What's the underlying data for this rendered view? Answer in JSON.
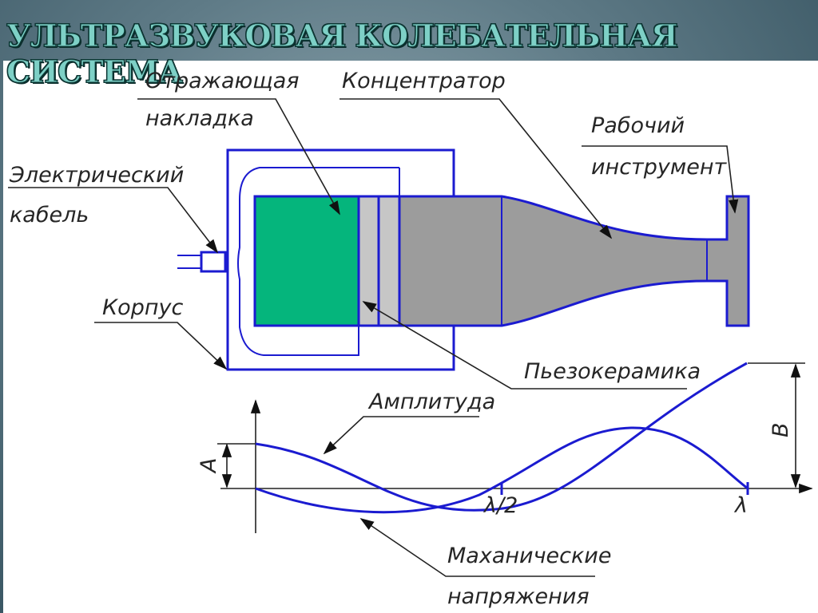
{
  "title": "УЛЬТРАЗВУКОВАЯ КОЛЕБАТЕЛЬНАЯ СИСТЕМА",
  "labels": {
    "reflective_line1": "Отражающая",
    "reflective_line2": "накладка",
    "concentrator": "Концентратор",
    "tool_line1": "Рабочий",
    "tool_line2": "инструмент",
    "cable_line1": "Электрический",
    "cable_line2": "кабель",
    "housing": "Корпус",
    "piezo": "Пьезокерамика",
    "amplitude": "Амплитуда",
    "stress_line1": "Маханические",
    "stress_line2": "напряжения",
    "A": "A",
    "B": "B",
    "half_lambda": "λ/2",
    "lambda": "λ"
  },
  "colors": {
    "outline": "#1b1bd0",
    "reflective_fill": "#05b57c",
    "horn_fill": "#9c9c9c",
    "piezo_fill": "#c6c6c6",
    "leader": "#222222"
  }
}
